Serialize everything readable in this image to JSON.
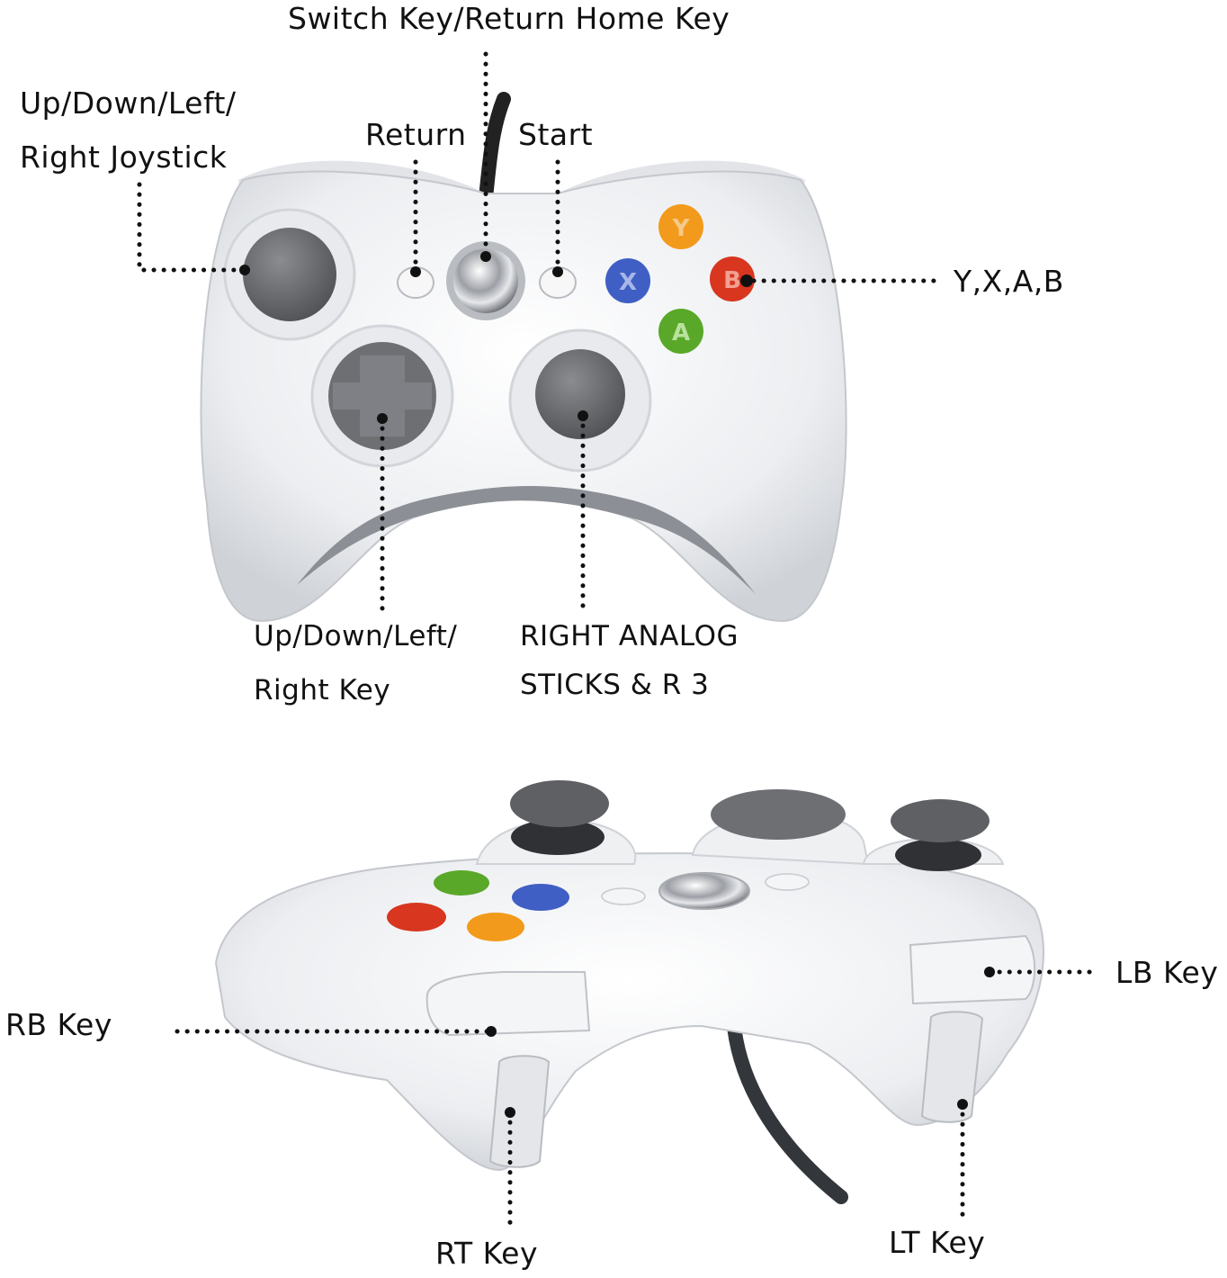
{
  "labels": {
    "switch_home": "Switch Key/Return Home Key",
    "joystick_line1": "Up/Down/Left/",
    "joystick_line2": "Right Joystick",
    "return": "Return",
    "start": "Start",
    "face_buttons": "Y,X,A,B",
    "dpad_line1": "Up/Down/Left/",
    "dpad_line2": "Right Key",
    "right_stick_line1": "RIGHT ANALOG",
    "right_stick_line2": "STICKS & R 3",
    "lb": "LB Key",
    "rb": "RB Key",
    "rt": "RT Key",
    "lt": "LT Key"
  },
  "buttons": {
    "y": {
      "letter": "Y",
      "color": "#f29a1c"
    },
    "x": {
      "letter": "X",
      "color": "#3f5fc4"
    },
    "a": {
      "letter": "A",
      "color": "#5aa82a"
    },
    "b": {
      "letter": "B",
      "color": "#d8361f"
    }
  },
  "colors": {
    "body": "#f1f2f4",
    "shadow": "#c9ccd1",
    "grip_gray": "#8c8f95",
    "stick": "#6d6f73",
    "dots": "#111111"
  }
}
